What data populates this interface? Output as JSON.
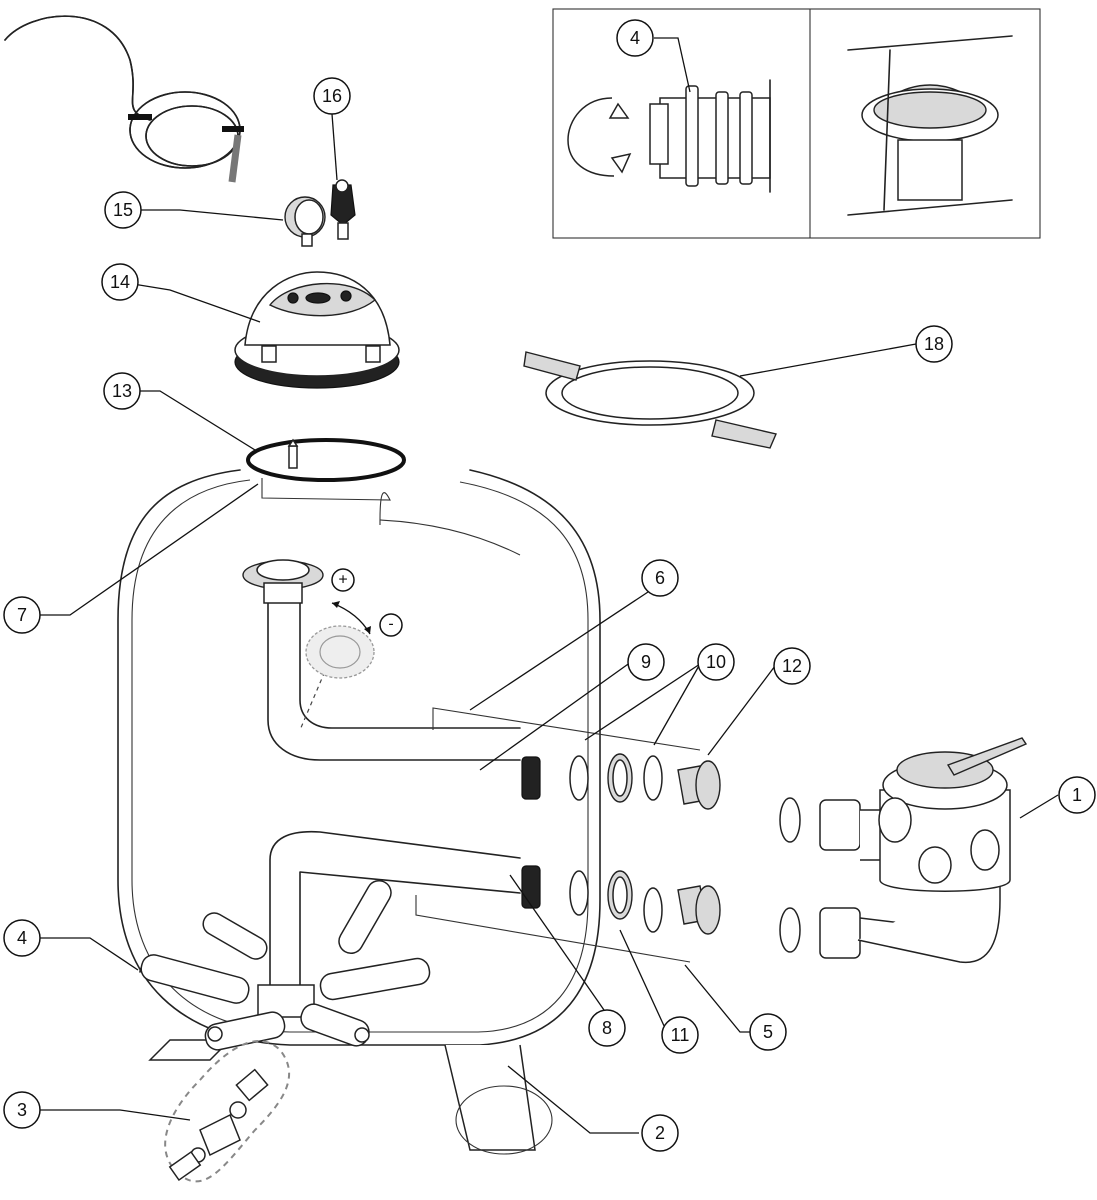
{
  "diagram": {
    "callouts": [
      {
        "id": "c1",
        "label": "1"
      },
      {
        "id": "c2",
        "label": "2"
      },
      {
        "id": "c3",
        "label": "3"
      },
      {
        "id": "c4a",
        "label": "4"
      },
      {
        "id": "c4b",
        "label": "4"
      },
      {
        "id": "c5",
        "label": "5"
      },
      {
        "id": "c6",
        "label": "6"
      },
      {
        "id": "c7",
        "label": "7"
      },
      {
        "id": "c8",
        "label": "8"
      },
      {
        "id": "c9",
        "label": "9"
      },
      {
        "id": "c10",
        "label": "10"
      },
      {
        "id": "c11",
        "label": "11"
      },
      {
        "id": "c12",
        "label": "12"
      },
      {
        "id": "c13",
        "label": "13"
      },
      {
        "id": "c14",
        "label": "14"
      },
      {
        "id": "c15",
        "label": "15"
      },
      {
        "id": "c16",
        "label": "16"
      },
      {
        "id": "c18",
        "label": "18"
      }
    ],
    "adjust_signs": {
      "plus": "+",
      "minus": "-"
    }
  }
}
